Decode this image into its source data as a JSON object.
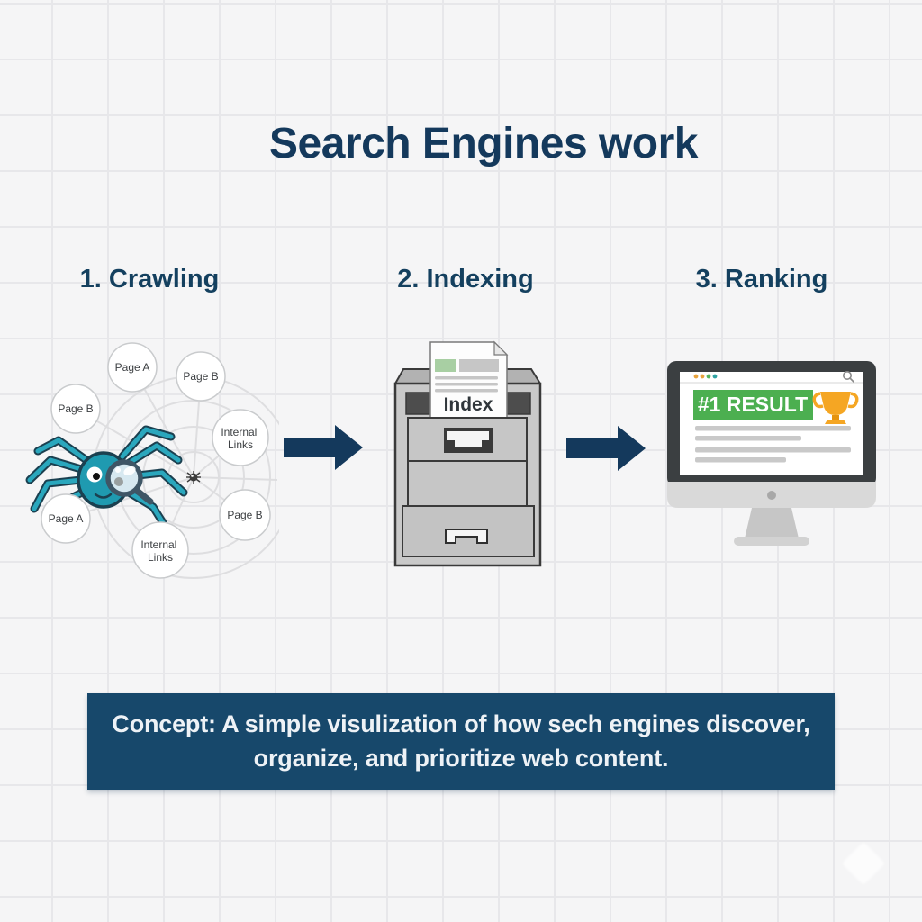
{
  "title": "Search Engines work",
  "steps": {
    "crawling_heading": "1. Crawling",
    "indexing_heading": "2. Indexing",
    "ranking_heading": "3. Ranking"
  },
  "crawling": {
    "nodes": [
      {
        "lines": [
          "Page A"
        ]
      },
      {
        "lines": [
          "Page B"
        ]
      },
      {
        "lines": [
          "Page B"
        ]
      },
      {
        "lines": [
          "Internal",
          "Links"
        ]
      },
      {
        "lines": [
          "Page A"
        ]
      },
      {
        "lines": [
          "Internal",
          "Links"
        ]
      },
      {
        "lines": [
          "Page B"
        ]
      }
    ]
  },
  "indexing": {
    "document_label": "Index"
  },
  "ranking": {
    "result_label": "#1 RESULT"
  },
  "concept_banner": {
    "line1": "Concept: A simple visulization of how sech engines discover,",
    "line2": "organize, and prioritize web content."
  },
  "colors": {
    "navy_text": "#14395c",
    "banner_bg": "#17486b",
    "arrow": "#14395c",
    "spider_teal": "#1f9ab0",
    "result_green": "#4caf50",
    "trophy_gold": "#f5a623",
    "doc_green": "#a8cfa3",
    "web_gray": "#dedee0",
    "browser_dots": [
      "#e8a33d",
      "#e8a33d",
      "#58b45c",
      "#2fa3a3"
    ]
  },
  "icons": {
    "spider": "spider-with-magnifier",
    "web": "spider-web",
    "mini_spider": "small-spider",
    "cabinet": "filing-cabinet",
    "document": "web-page-document",
    "monitor": "desktop-monitor",
    "trophy": "trophy",
    "search": "magnifying-glass",
    "arrow": "right-arrow",
    "browser_dots": "window-dots"
  }
}
